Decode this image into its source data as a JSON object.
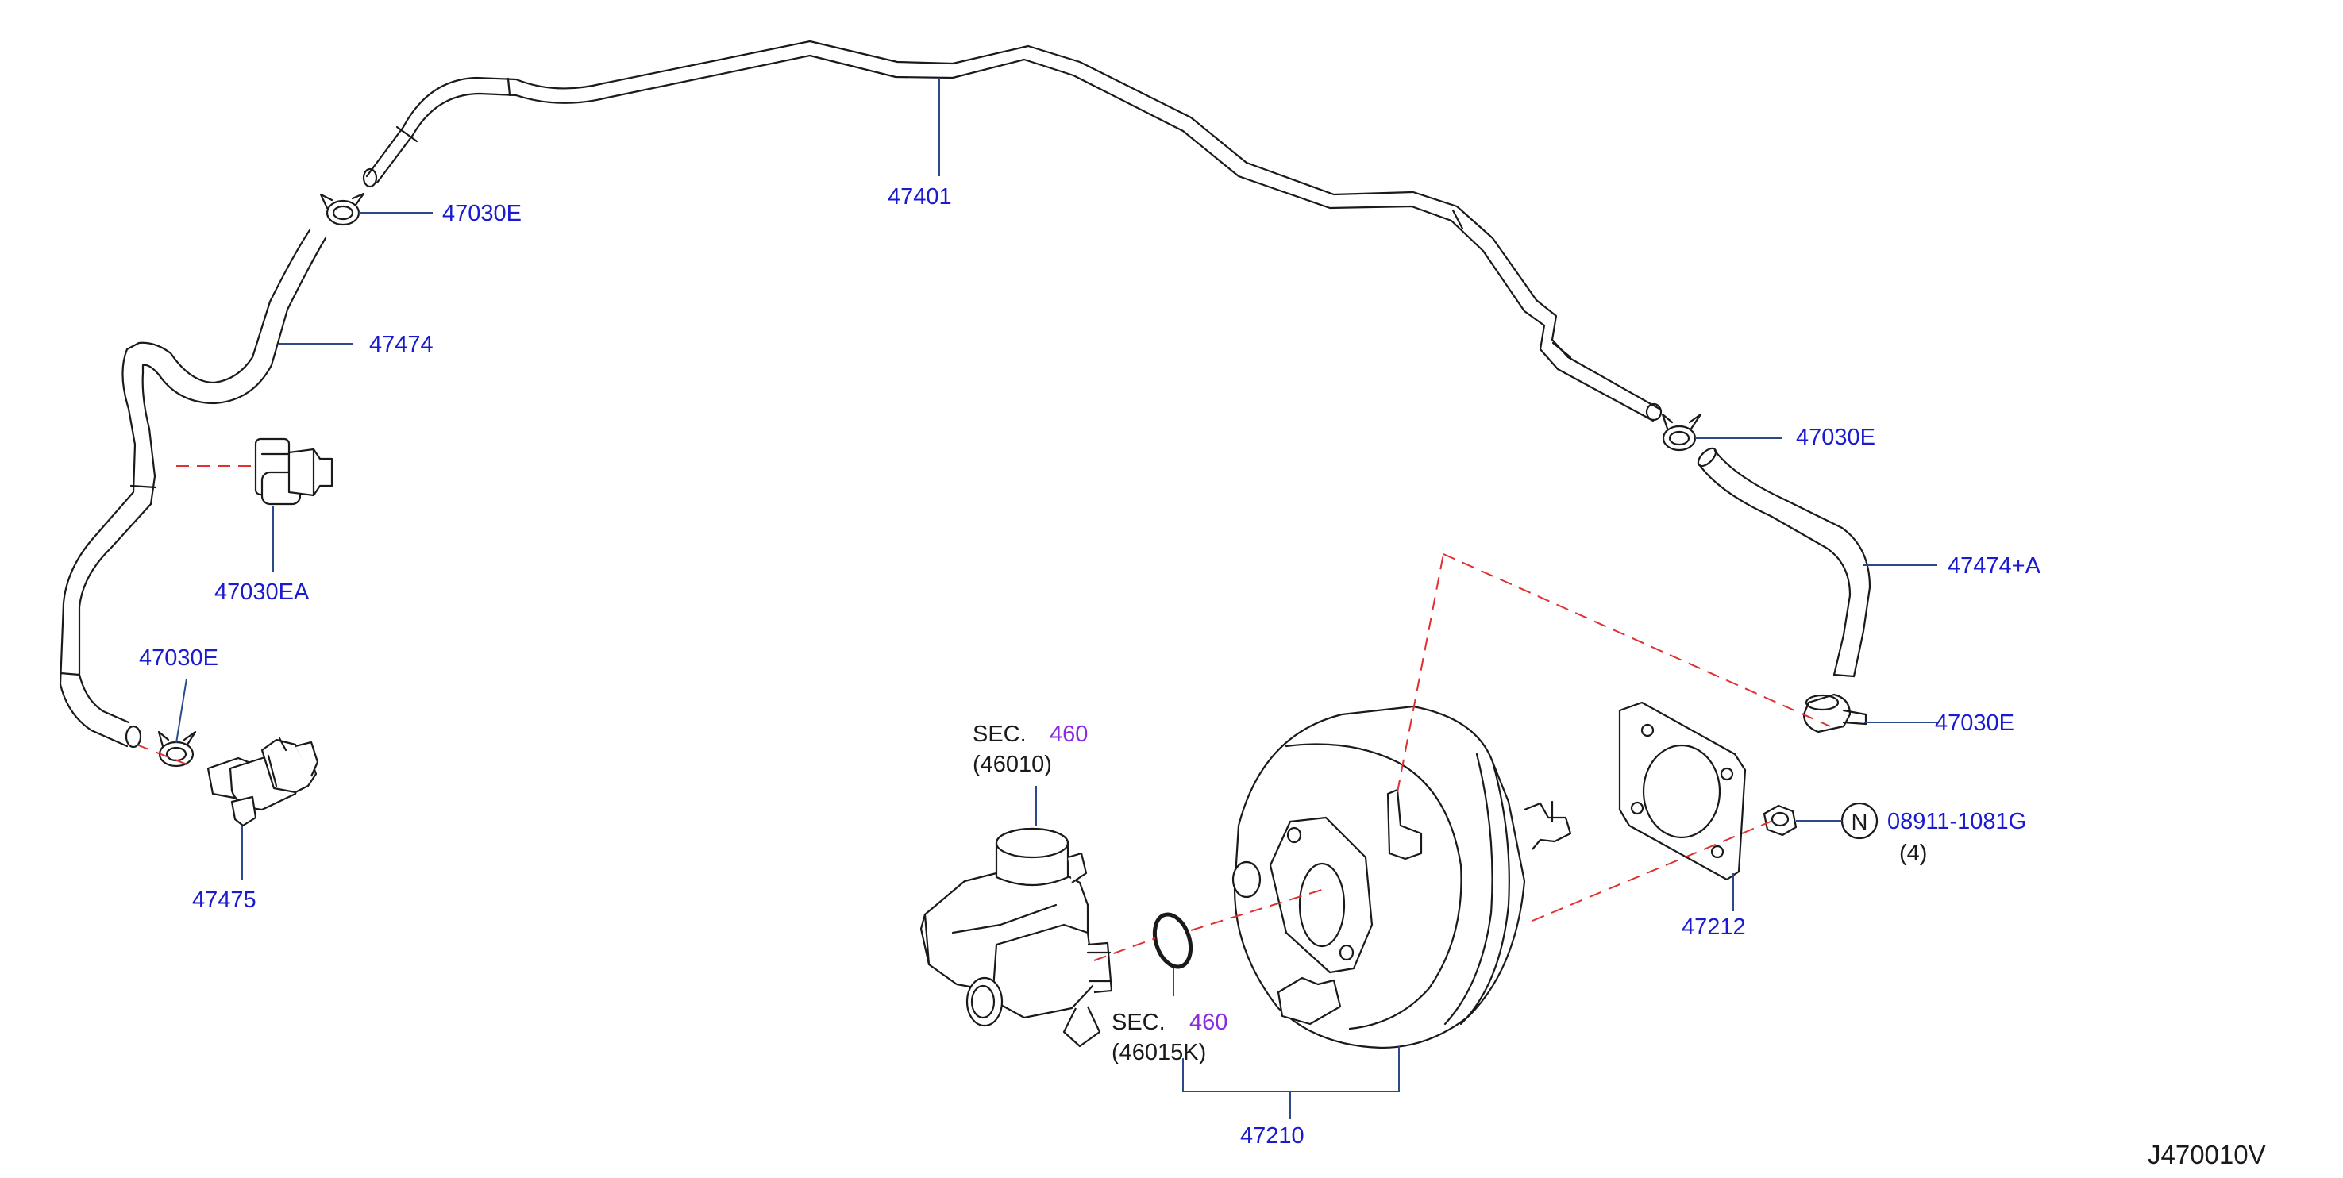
{
  "diagram_id": "J470010V",
  "callouts": {
    "hose_main": "47401",
    "clamp_top_left": "47030E",
    "hose_left": "47474",
    "connector_left": "47030EA",
    "clamp_left_lower": "47030E",
    "check_valve": "47475",
    "clamp_right": "47030E",
    "hose_right": "47474+A",
    "clamp_right_lower": "47030E",
    "nut_part": "08911-1081G",
    "nut_marker": "N",
    "nut_qty": "(4)",
    "gasket": "47212",
    "booster": "47210"
  },
  "sec_refs": {
    "master_cyl": {
      "prefix": "SEC.",
      "number": "460",
      "code": "(46010)"
    },
    "oring": {
      "prefix": "SEC.",
      "number": "460",
      "code": "(46015K)"
    }
  },
  "colors": {
    "label": "#1a1ad0",
    "section_ref": "#8a2be2",
    "leader": "#2a4a8a",
    "dashed_guide": "#e03030",
    "outline": "#1a1a1a"
  }
}
